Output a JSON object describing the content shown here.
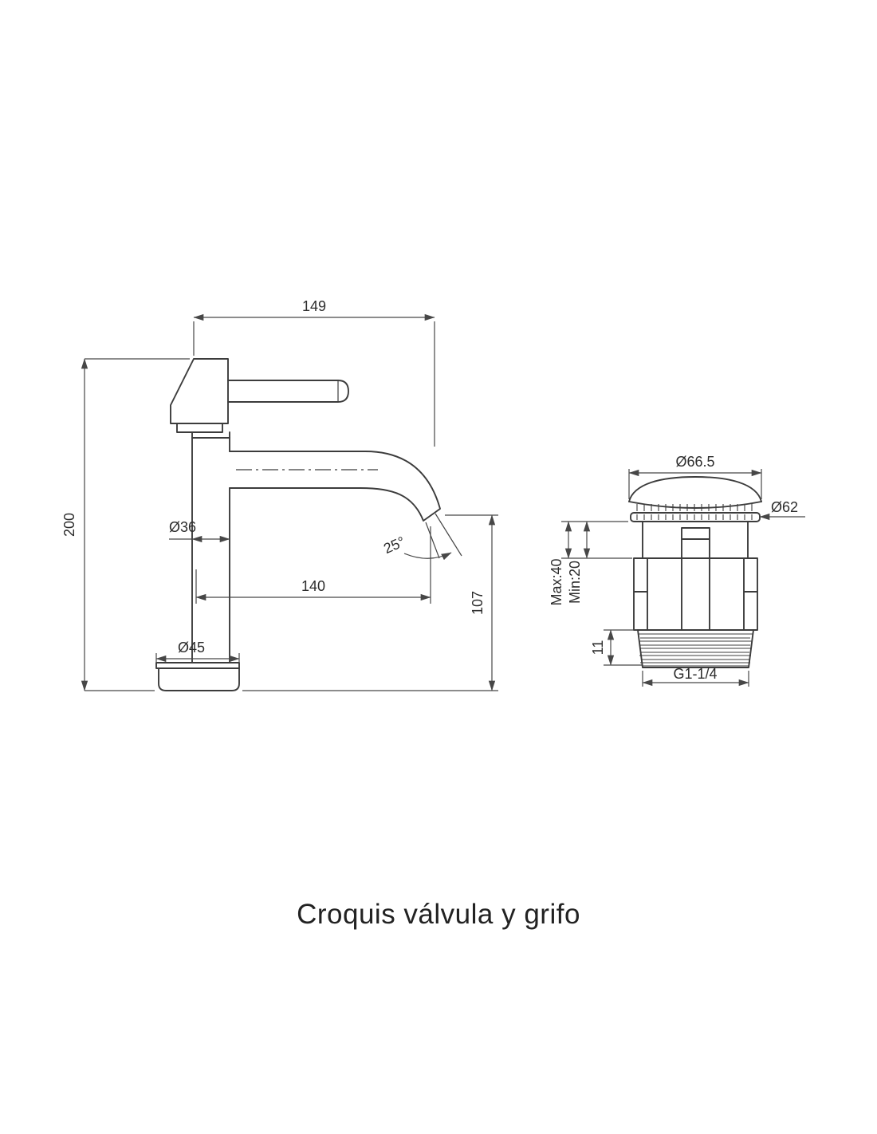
{
  "title": "Croquis válvula y grifo",
  "faucet": {
    "dims": {
      "width": "149",
      "height": "200",
      "body_diameter": "Ø36",
      "spout_reach": "140",
      "spout_angle": "25°",
      "spout_height": "107",
      "base_diameter": "Ø45"
    }
  },
  "valve": {
    "dims": {
      "cap_diameter": "Ø66.5",
      "plate_diameter": "Ø62",
      "max": "Max:40",
      "min": "Min:20",
      "thread_length": "11",
      "thread": "G1-1/4"
    }
  }
}
